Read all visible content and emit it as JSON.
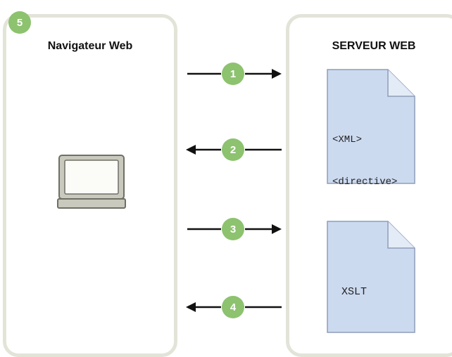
{
  "browser": {
    "title": "Navigateur Web",
    "badge": "5",
    "device_icon": "laptop-icon"
  },
  "server": {
    "title": "SERVEUR WEB",
    "doc1_lines": [
      "<XML>",
      "<directive>"
    ],
    "doc2_lines": [
      "XSLT"
    ]
  },
  "arrows": [
    {
      "number": "1",
      "direction": "right"
    },
    {
      "number": "2",
      "direction": "left"
    },
    {
      "number": "3",
      "direction": "right"
    },
    {
      "number": "4",
      "direction": "left"
    }
  ],
  "colors": {
    "badge": "#8dc26f",
    "panel_border": "#e3e4d8",
    "document_fill": "#ccdaf0",
    "document_stroke": "#8e9db8",
    "laptop_frame": "#c9c9bd",
    "laptop_stroke": "#6f6f66"
  }
}
